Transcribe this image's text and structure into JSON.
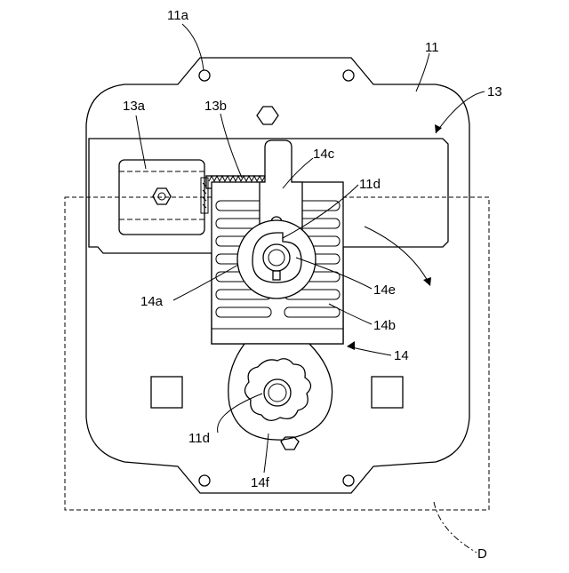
{
  "labels": {
    "l11a": "11a",
    "l11": "11",
    "l13": "13",
    "l13a": "13a",
    "l13b": "13b",
    "l14c": "14c",
    "l11d_top": "11d",
    "l14a": "14a",
    "l14e": "14e",
    "l14b": "14b",
    "l14": "14",
    "l11d_bottom": "11d",
    "l14f": "14f",
    "lD": "D"
  }
}
